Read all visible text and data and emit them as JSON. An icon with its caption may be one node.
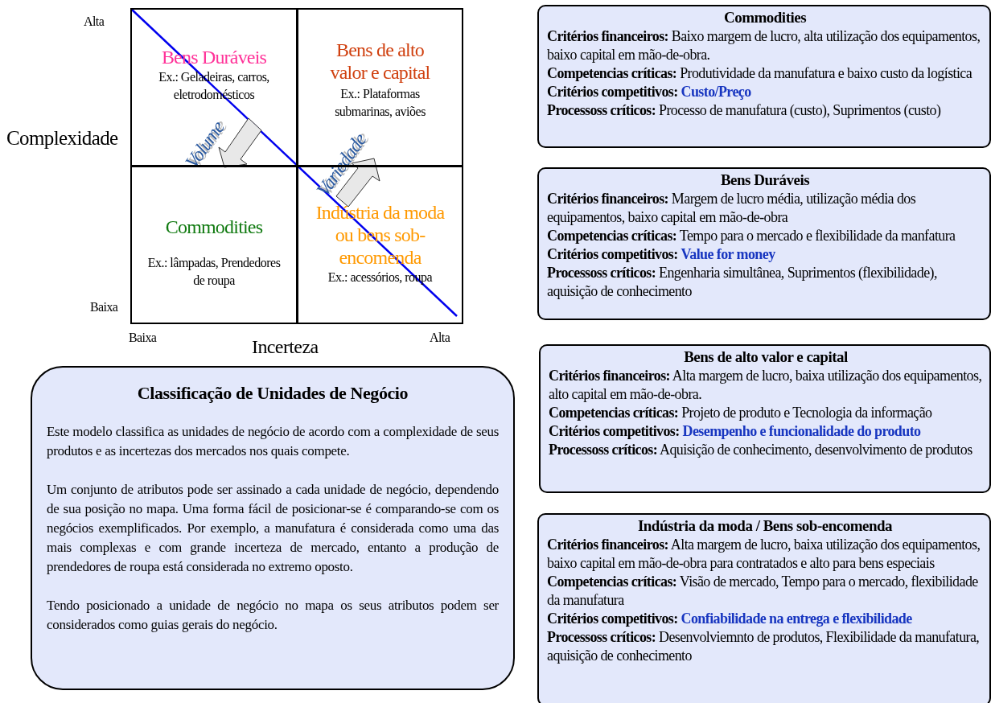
{
  "diagram": {
    "nodes": [
      {
        "text": [
          "Bens Duráveis",
          "Ex.:  Geladeiras, carros, eletrodomésticos"
        ]
      },
      {
        "text": [
          "Bens de alto valor e capital",
          "Ex.: Plataformas submarinas, aviões"
        ]
      },
      {
        "text": [
          "Commodities",
          "Ex.: lâmpadas, Prendedores de roupa"
        ]
      },
      {
        "text": [
          "Indústria da moda ou bens sob-encomenda",
          "Ex.: acessórios, roupa"
        ]
      },
      {
        "text": [
          "Commodities",
          "**Critérios financeiros:** Baixo margem de lucro, alta utilização dos equipamentos, baixo capital em mão-de-obra.",
          "**Competencias críticas:** Produtividade da manufatura e baixo custo da logística",
          "**Critérios competitivos:** **Custo/Preço**",
          "**Processoss críticos:** Processo de manufatura (custo), Suprimentos (custo)"
        ]
      },
      {
        "text": [
          "Bens Duráveis",
          "**Critérios financeiros:**  Margem de lucro média, utilização média dos equipamentos, baixo capital em mão-de-obra",
          "**Competencias críticas:**  Tempo para o mercado e flexibilidade da manfatura",
          "**Critérios competitivos:** **Value for money**",
          "**Processoss críticos:** Engenharia simultânea, Suprimentos (flexibilidade), aquisição de conhecimento"
        ]
      },
      {
        "text": [
          "Bens de alto valor e capital",
          "**Critérios financeiros:** Alta margem de lucro, baixa utilização dos equipamentos, alto capital em mão-de-obra.",
          "**Competencias críticas:** Projeto de produto e Tecnologia da informação",
          "**Critérios competitivos:** **Desempenho e funcionalidade do produto**",
          "**Processoss críticos:**  Aquisição de conhecimento, desenvolvimento de produtos"
        ]
      },
      {
        "text": [
          "Indústria da moda / Bens sob-encomenda",
          "**Critérios financeiros:** Alta margem de lucro, baixa utilização dos equipamentos, baixo capital em mão-de-obra para contratados e alto para bens especiais",
          "**Competencias críticas:** Visão de mercado, Tempo para o mercado, flexibilidade da manufatura",
          "**Critérios competitivos:** **Confiabilidade na entrega e flexibilidade**",
          "**Processoss críticos:** Desenvolviemnto de produtos, Flexibilidade da manufatura, aquisição de conhecimento"
        ]
      },
      {
        "text": [
          "Classificação de Unidades de Negócio",
          "Este modelo classifica as unidades de negócio de acordo com a complexidade de seus produtos e as incertezas dos mercados nos quais compete.",
          "Um conjunto de atributos pode ser assinado a cada unidade de negócio, dependendo de sua posição no mapa.  Uma forma fácil de posicionar-se é comparando-se com os negócios exemplificados.  Por exemplo, a manufatura é considerada como uma das mais complexas e com grande incerteza de mercado, entanto a produção de prendedores de roupa está considerada no extremo oposto.",
          "Tendo posicionado a unidade de negócio no mapa os seus atributos podem ser considerados como guias gerais do negócio."
        ]
      }
    ],
    "edges": [
      {
        "from": 0,
        "to": 2,
        "arrow": "to",
        "label": "Volume"
      },
      {
        "from": 3,
        "to": 1,
        "arrow": "to",
        "label": "Variedade"
      }
    ],
    "labels": [
      "Alta",
      "Complexidade",
      "Baixa",
      "Baixa",
      "Incerteza",
      "Alta"
    ]
  }
}
